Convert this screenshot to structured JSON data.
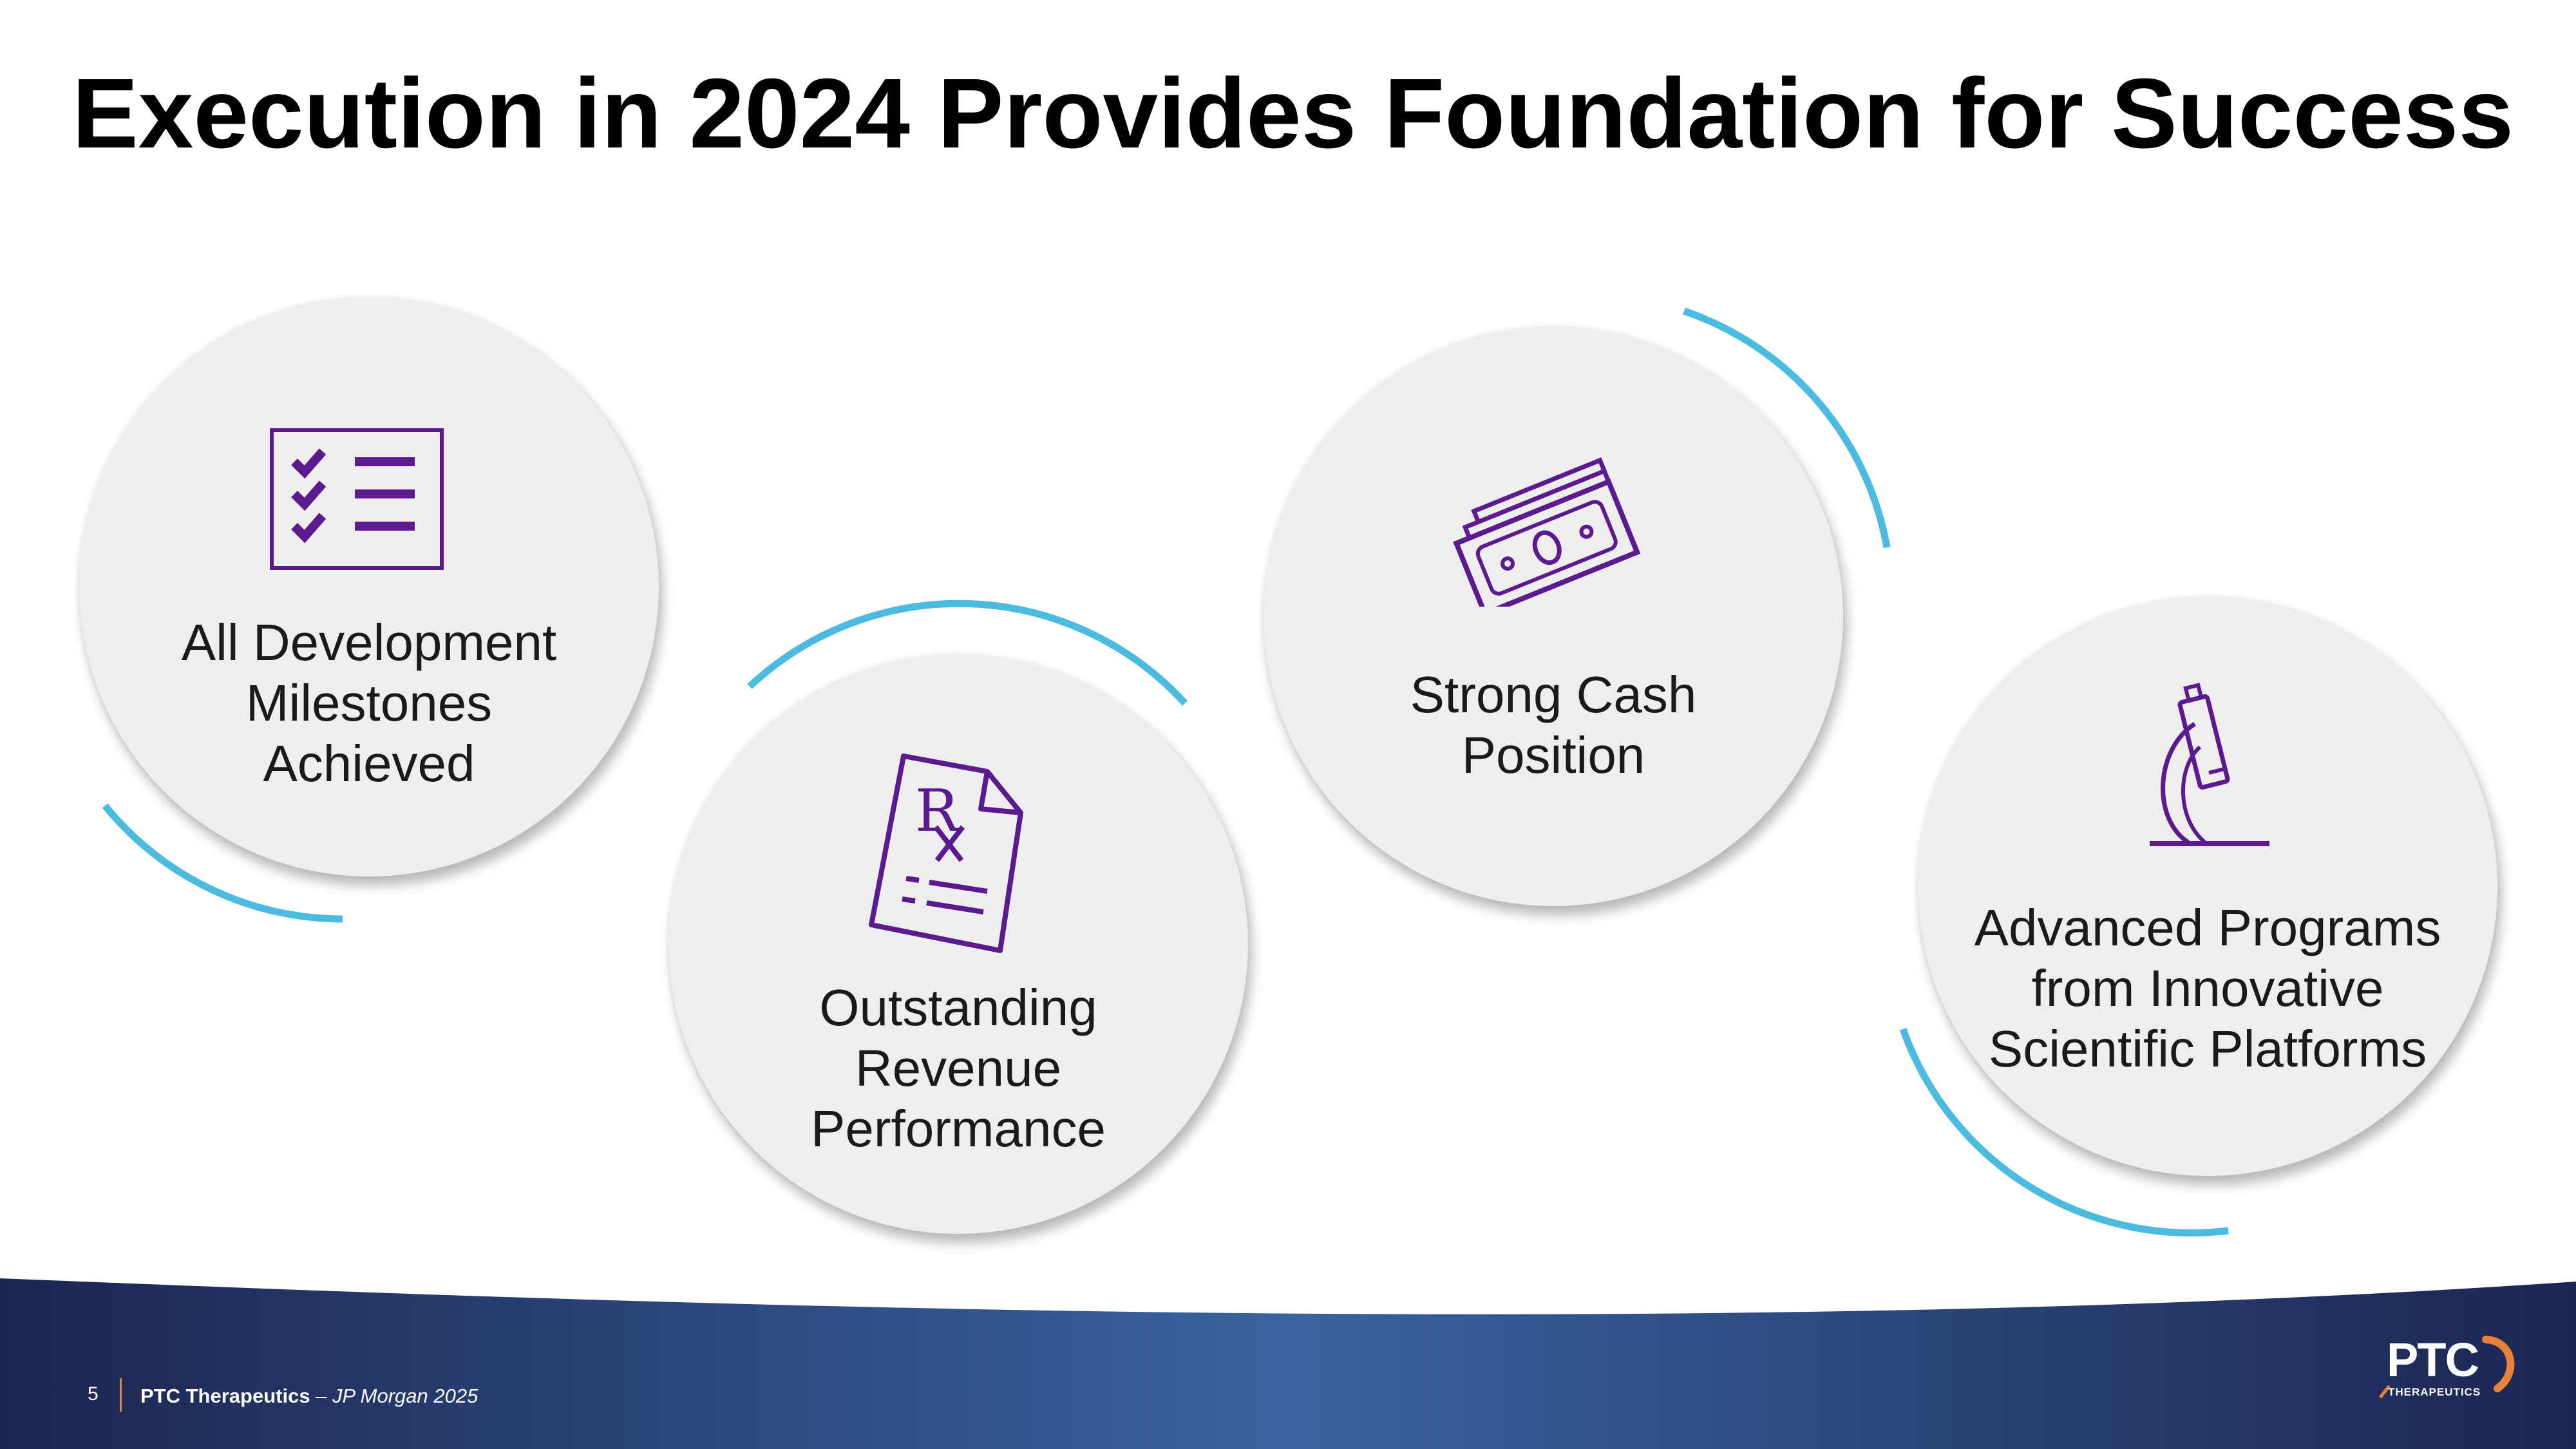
{
  "slide": {
    "title": "Execution in 2024 Provides Foundation for Success"
  },
  "pillars": [
    {
      "icon": "checklist-icon",
      "label_lines": [
        "All Development",
        "Milestones",
        "Achieved"
      ]
    },
    {
      "icon": "prescription-icon",
      "label_lines": [
        "Outstanding",
        "Revenue",
        "Performance"
      ]
    },
    {
      "icon": "money-icon",
      "label_lines": [
        "Strong Cash",
        "Position"
      ]
    },
    {
      "icon": "microscope-icon",
      "label_lines": [
        "Advanced Programs",
        "from Innovative",
        "Scientific Platforms"
      ]
    }
  ],
  "footer": {
    "page_number": "5",
    "company": "PTC Therapeutics",
    "event": " – JP Morgan 2025"
  },
  "logo": {
    "mark": "PTC",
    "subtext": "THERAPEUTICS"
  },
  "colors": {
    "icon_purple": "#5b1a8f",
    "arc_blue": "#4bbbe0",
    "circle_fill": "#eeeeee",
    "footer_navy": "#1c2551",
    "footer_blue": "#3a63a0",
    "divider_orange": "#e8823a"
  }
}
